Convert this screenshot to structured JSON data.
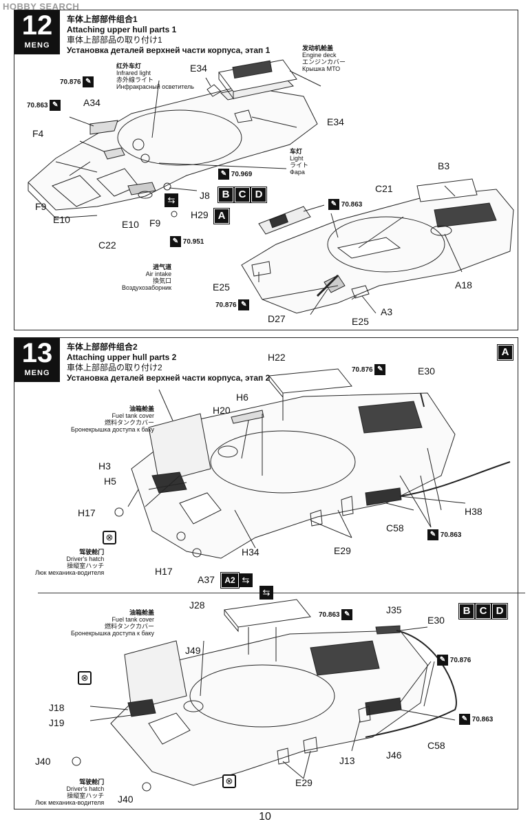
{
  "watermark": "HOBBY SEARCH",
  "page_number": "10",
  "step12": {
    "number": "12",
    "brand": "MENG",
    "title_cn": "车体上部部件组合1",
    "title_en": "Attaching upper hull parts 1",
    "title_jp": "車体上部部品の取り付け1",
    "title_ru": "Установка деталей верхней части корпуса, этап 1",
    "parts": {
      "E34a": "E34",
      "E34b": "E34",
      "A34": "A34",
      "F4": "F4",
      "F9a": "F9",
      "E10a": "E10",
      "E10b": "E10",
      "F9b": "F9",
      "C22": "C22",
      "J8": "J8",
      "H29": "H29",
      "B3": "B3",
      "C21": "C21",
      "E25a": "E25",
      "E25b": "E25",
      "D27": "D27",
      "A3": "A3",
      "A18": "A18"
    },
    "paints": {
      "p1": "70.876",
      "p2": "70.863",
      "p3": "70.969",
      "p4": "70.951",
      "p5": "70.863",
      "p6": "70.876"
    },
    "variants": {
      "bcd": [
        "B",
        "C",
        "D"
      ],
      "a": "A"
    },
    "notes": {
      "ir_cn": "红外车灯",
      "ir_en": "Infrared light",
      "ir_jp": "赤外線ライト",
      "ir_ru": "Инфракрасный осветитель",
      "eng_cn": "发动机舱盖",
      "eng_en": "Engine deck",
      "eng_jp": "エンジンカバー",
      "eng_ru": "Крышка МТО",
      "light_cn": "车灯",
      "light_en": "Light",
      "light_jp": "ライト",
      "light_ru": "Фара",
      "air_cn": "进气道",
      "air_en": "Air intake",
      "air_jp": "換気口",
      "air_ru": "Воздухозаборник"
    }
  },
  "step13": {
    "number": "13",
    "brand": "MENG",
    "title_cn": "车体上部部件组合2",
    "title_en": "Attaching upper hull parts 2",
    "title_jp": "車体上部部品の取り付け2",
    "title_ru": "Установка деталей верхней части корпуса, этап 2",
    "top": {
      "variant": "A",
      "parts": {
        "H22": "H22",
        "H6": "H6",
        "H20": "H20",
        "H3": "H3",
        "H5": "H5",
        "H17a": "H17",
        "H17b": "H17",
        "H34": "H34",
        "A37": "A37",
        "E30": "E30",
        "H38": "H38",
        "C58": "C58",
        "E29": "E29"
      },
      "a2": "A2",
      "paints": {
        "p1": "70.876",
        "p2": "70.863"
      }
    },
    "bottom": {
      "variants": [
        "B",
        "C",
        "D"
      ],
      "parts": {
        "J28": "J28",
        "J35": "J35",
        "E30": "E30",
        "J49": "J49",
        "J18": "J18",
        "J19": "J19",
        "J40a": "J40",
        "J40b": "J40",
        "J13": "J13",
        "J46": "J46",
        "C58": "C58",
        "E29": "E29"
      },
      "paints": {
        "p1": "70.863",
        "p2": "70.876",
        "p3": "70.863"
      }
    },
    "notes": {
      "fuel_cn": "油箱舱盖",
      "fuel_en": "Fuel tank cover",
      "fuel_jp": "燃料タンクカバー",
      "fuel_ru": "Бронекрышка доступа к баку",
      "hatch_cn": "驾驶舱门",
      "hatch_en": "Driver's hatch",
      "hatch_jp": "操縦室ハッチ",
      "hatch_ru": "Люк механика-водителя"
    }
  }
}
